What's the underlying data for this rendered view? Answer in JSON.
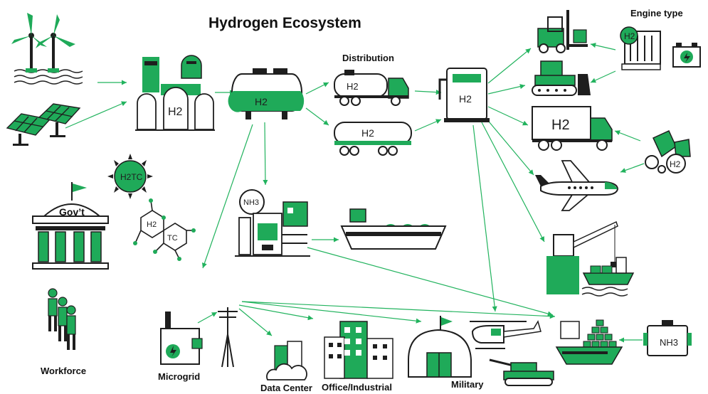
{
  "title": "Hydrogen Ecosystem",
  "labels": {
    "distribution": "Distribution",
    "engine_type": "Engine type",
    "govt": "Gov’t",
    "workforce": "Workforce",
    "microgrid": "Microgrid",
    "data_center": "Data Center",
    "office_industrial": "Office/Industrial",
    "military": "Military"
  },
  "glyphs": {
    "h2": "H2",
    "h2tc": "H2TC",
    "tc": "TC",
    "nh3": "NH3"
  },
  "colors": {
    "green": "#1faa59",
    "dark": "#1e1e1e",
    "arrow": "#22b35e"
  }
}
